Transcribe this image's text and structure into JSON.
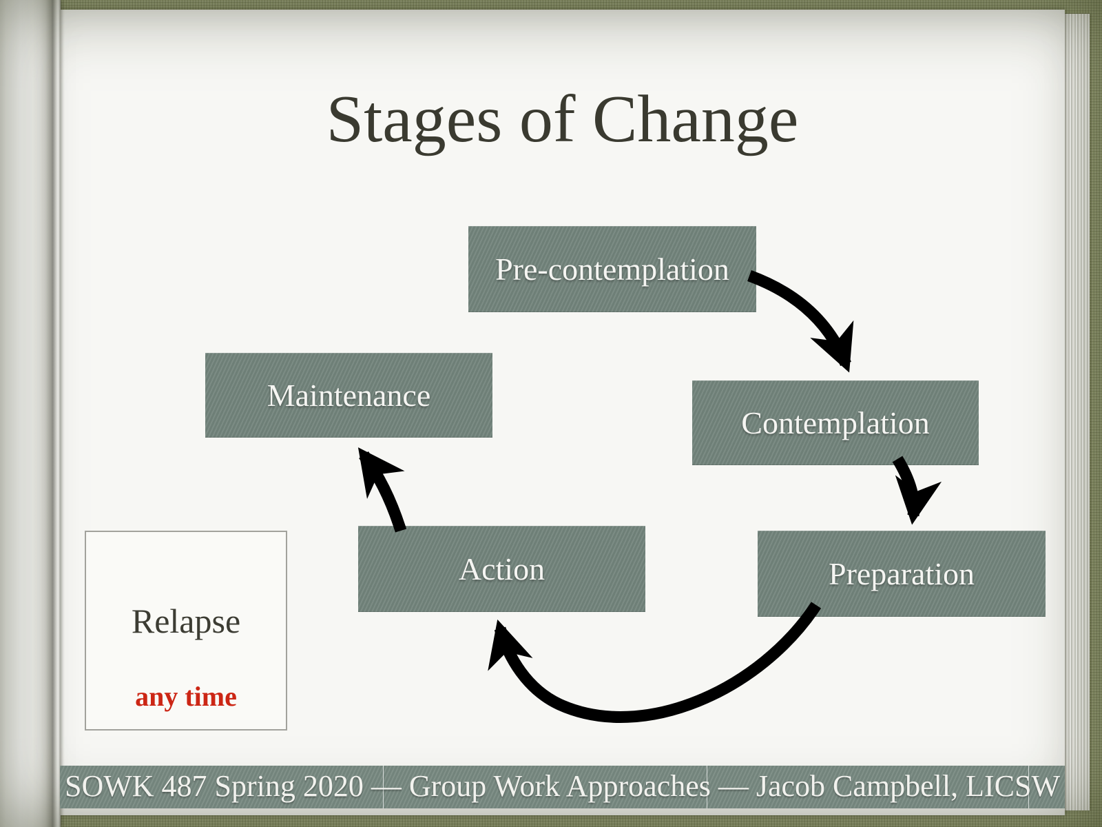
{
  "title": "Stages of Change",
  "stages": [
    {
      "label": "Pre-contemplation"
    },
    {
      "label": "Contemplation"
    },
    {
      "label": "Preparation"
    },
    {
      "label": "Action"
    },
    {
      "label": "Maintenance"
    }
  ],
  "relapse": {
    "label": "Relapse",
    "note": "any time"
  },
  "footer": {
    "text": "SOWK 487 Spring 2020 — Group Work Approaches — Jacob Campbell, LICSW"
  },
  "arrows": [
    {
      "from": "Pre-contemplation",
      "to": "Contemplation"
    },
    {
      "from": "Contemplation",
      "to": "Preparation"
    },
    {
      "from": "Preparation",
      "to": "Action"
    },
    {
      "from": "Action",
      "to": "Maintenance"
    }
  ],
  "colors": {
    "stage_box": "#75867e",
    "footer_bar": "#7a8b83",
    "page": "#f7f7f4",
    "frame": "#99a078",
    "title_text": "#3a3a30",
    "stage_text": "#f5f5f2",
    "relapse_note": "#cc2615",
    "arrow": "#000000"
  }
}
